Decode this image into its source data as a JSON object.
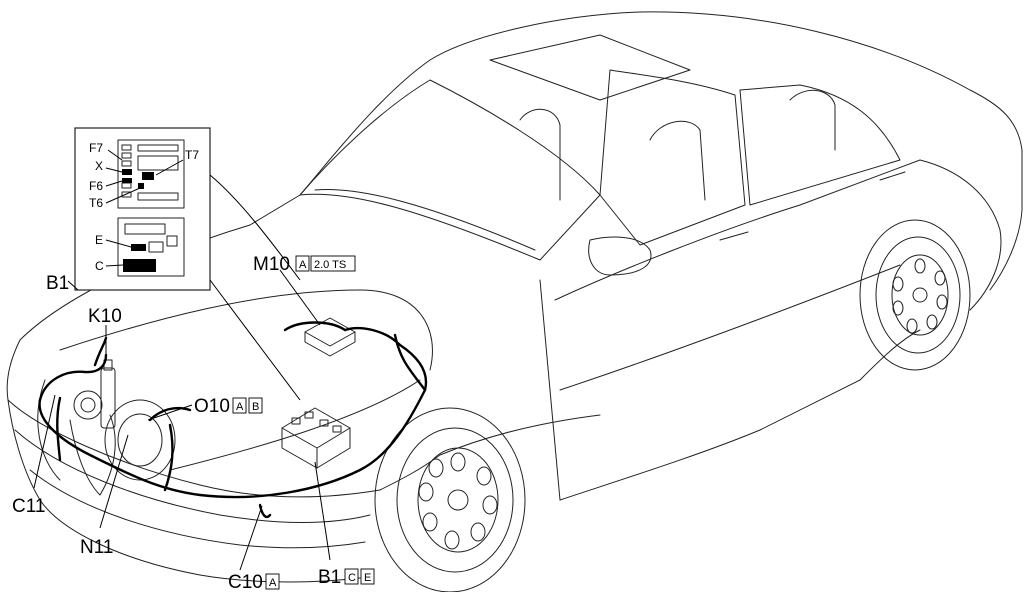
{
  "labels": {
    "b1": "B1",
    "k10": "K10",
    "m10": "M10",
    "m10_tag": "A",
    "m10_engine": "2.0 TS",
    "o10": "O10",
    "o10_tag1": "A",
    "o10_tag2": "B",
    "c11": "C11",
    "n11": "N11",
    "c10": "C10",
    "c10_tag": "A",
    "b1c": "B1",
    "b1c_tag1": "C",
    "b1c_tag2": "E"
  },
  "inset": {
    "f7": "F7",
    "x": "X",
    "f6": "F6",
    "t6": "T6",
    "t7": "T7",
    "e": "E",
    "c": "C"
  }
}
